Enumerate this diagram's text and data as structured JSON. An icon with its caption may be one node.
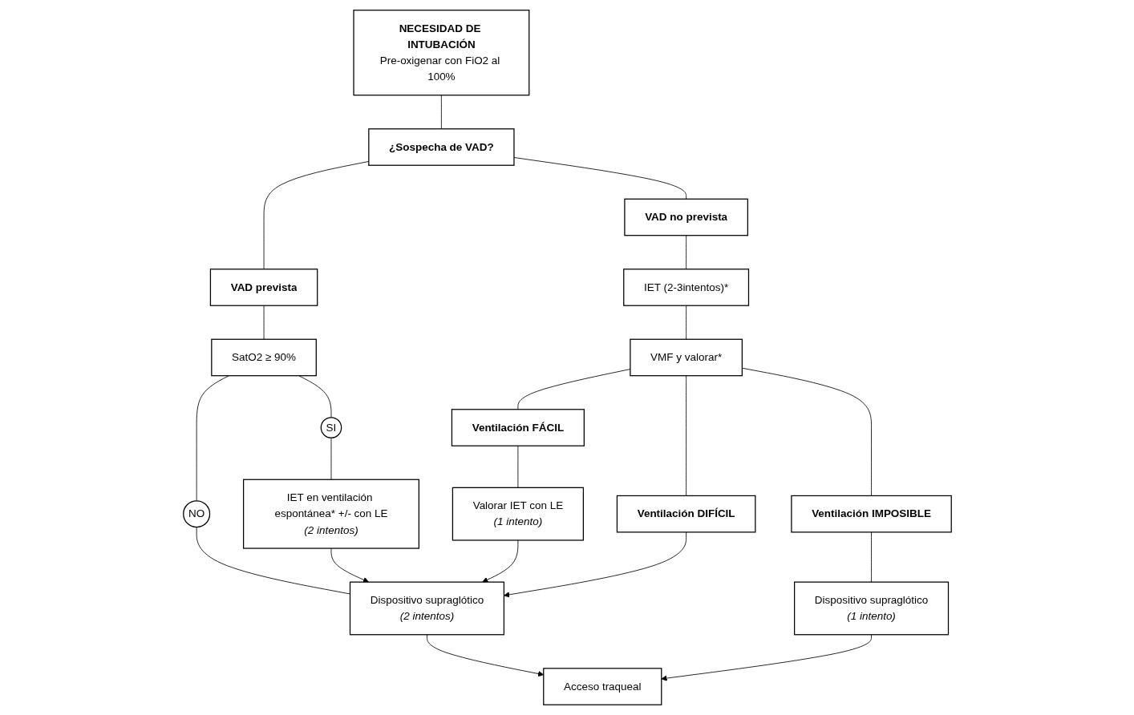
{
  "diagram": {
    "nodes": [
      {
        "text": [
          "NECESIDAD DE INTUBACIÓN",
          "Pre-oxigenar con FiO2 al 100%"
        ]
      },
      {
        "text": [
          "¿Sospecha de VAD?"
        ]
      },
      {
        "text": [
          "VAD prevista"
        ]
      },
      {
        "text": [
          "VAD no prevista"
        ]
      },
      {
        "text": [
          "SatO2 ≥ 90%"
        ]
      },
      {
        "text": [
          "IET (2-3intentos)*"
        ]
      },
      {
        "text": [
          "VMF y valorar*"
        ]
      },
      {
        "text": [
          "SI"
        ]
      },
      {
        "text": [
          "NO"
        ]
      },
      {
        "text": [
          "IET en ventilación espontánea* +/- con LE",
          "(2 intentos)"
        ]
      },
      {
        "text": [
          "Dispositivo supraglótico",
          "(2 intentos)"
        ]
      },
      {
        "text": [
          "Valorar IET con LE",
          "(1 intento)"
        ]
      },
      {
        "text": [
          "Ventilación FÁCIL"
        ]
      },
      {
        "text": [
          "Ventilación DIFÍCIL"
        ]
      },
      {
        "text": [
          "Acceso traqueal"
        ]
      },
      {
        "text": [
          "Dispositivo supraglótico",
          "(1 intento)"
        ]
      },
      {
        "text": [
          "Ventilación IMPOSIBLE"
        ]
      }
    ],
    "edges": [
      {
        "from": 0,
        "to": 1,
        "arrow": "none"
      },
      {
        "from": 1,
        "to": 2,
        "arrow": "none"
      },
      {
        "from": 1,
        "to": 3,
        "arrow": "none"
      },
      {
        "from": 2,
        "to": 4,
        "arrow": "none"
      },
      {
        "from": 3,
        "to": 5,
        "arrow": "none"
      },
      {
        "from": 5,
        "to": 6,
        "arrow": "none"
      },
      {
        "from": 4,
        "to": 7,
        "arrow": "none"
      },
      {
        "from": 4,
        "to": 8,
        "arrow": "none"
      },
      {
        "from": 6,
        "to": 12,
        "arrow": "none"
      },
      {
        "from": 6,
        "to": 13,
        "arrow": "none"
      },
      {
        "from": 6,
        "to": 16,
        "arrow": "none"
      },
      {
        "from": 7,
        "to": 9,
        "arrow": "none"
      },
      {
        "from": 8,
        "to": 10,
        "arrow": "none"
      },
      {
        "from": 9,
        "to": 10,
        "arrow": "to"
      },
      {
        "from": 12,
        "to": 11,
        "arrow": "none"
      },
      {
        "from": 11,
        "to": 10,
        "arrow": "to"
      },
      {
        "from": 13,
        "to": 10,
        "arrow": "to"
      },
      {
        "from": 10,
        "to": 14,
        "arrow": "to"
      },
      {
        "from": 16,
        "to": 15,
        "arrow": "none"
      },
      {
        "from": 15,
        "to": 14,
        "arrow": "to"
      }
    ]
  }
}
